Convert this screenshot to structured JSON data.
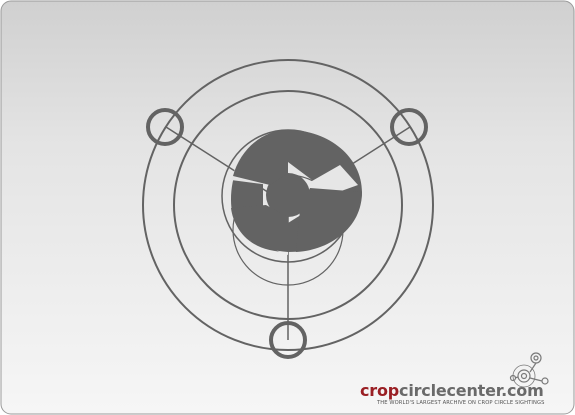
{
  "watermark": {
    "site_part1": "crop",
    "site_part2": "circlecenter.com",
    "tagline": "THE WORLD'S LARGEST ARCHIVE ON CROP CIRCLE SIGHTINGS"
  },
  "colors": {
    "pattern_gray": "#636363",
    "brand_red": "#9a1f24",
    "brand_gray": "#6a6a6a",
    "background_top": "#d2d2d2",
    "background_bottom": "#f4f4f4"
  },
  "icons": {
    "emblem": "crop-circle-emblem-icon",
    "logo": "circle-cluster-logo-icon"
  }
}
